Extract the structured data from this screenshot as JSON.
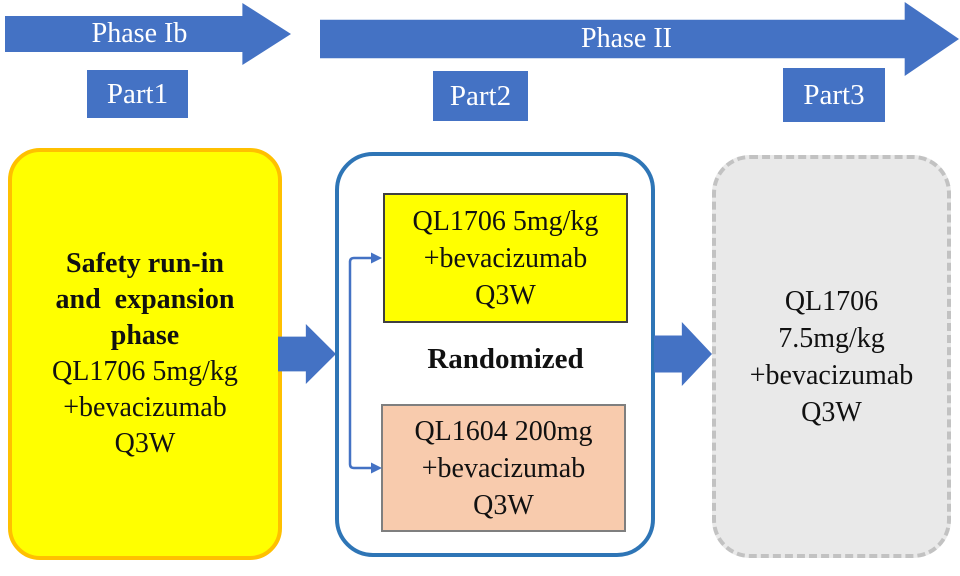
{
  "timeline": {
    "phase1_label": "Phase Ib",
    "phase2_label": "Phase II"
  },
  "parts": {
    "part1": "Part1",
    "part2": "Part2",
    "part3": "Part3"
  },
  "part1_box": {
    "title": "Safety run-in\nand  expansion\nphase",
    "body": "QL1706 5mg/kg\n+bevacizumab\nQ3W"
  },
  "part2_box": {
    "arm1": "QL1706 5mg/kg\n+bevacizumab\nQ3W",
    "randomized_label": "Randomized",
    "arm2": "QL1604 200mg\n+bevacizumab\nQ3W"
  },
  "part3_box": {
    "body": "QL1706\n7.5mg/kg\n+bevacizumab\nQ3W"
  },
  "colors": {
    "arrow_blue": "#4472C4",
    "container_border_blue": "#2E75B6",
    "yellow_fill": "#FFFF00",
    "yellow_border": "#FFC000",
    "salmon_fill": "#F8CBAD",
    "gray_fill": "#E9E9E9",
    "gray_border": "#C2C2C2"
  }
}
